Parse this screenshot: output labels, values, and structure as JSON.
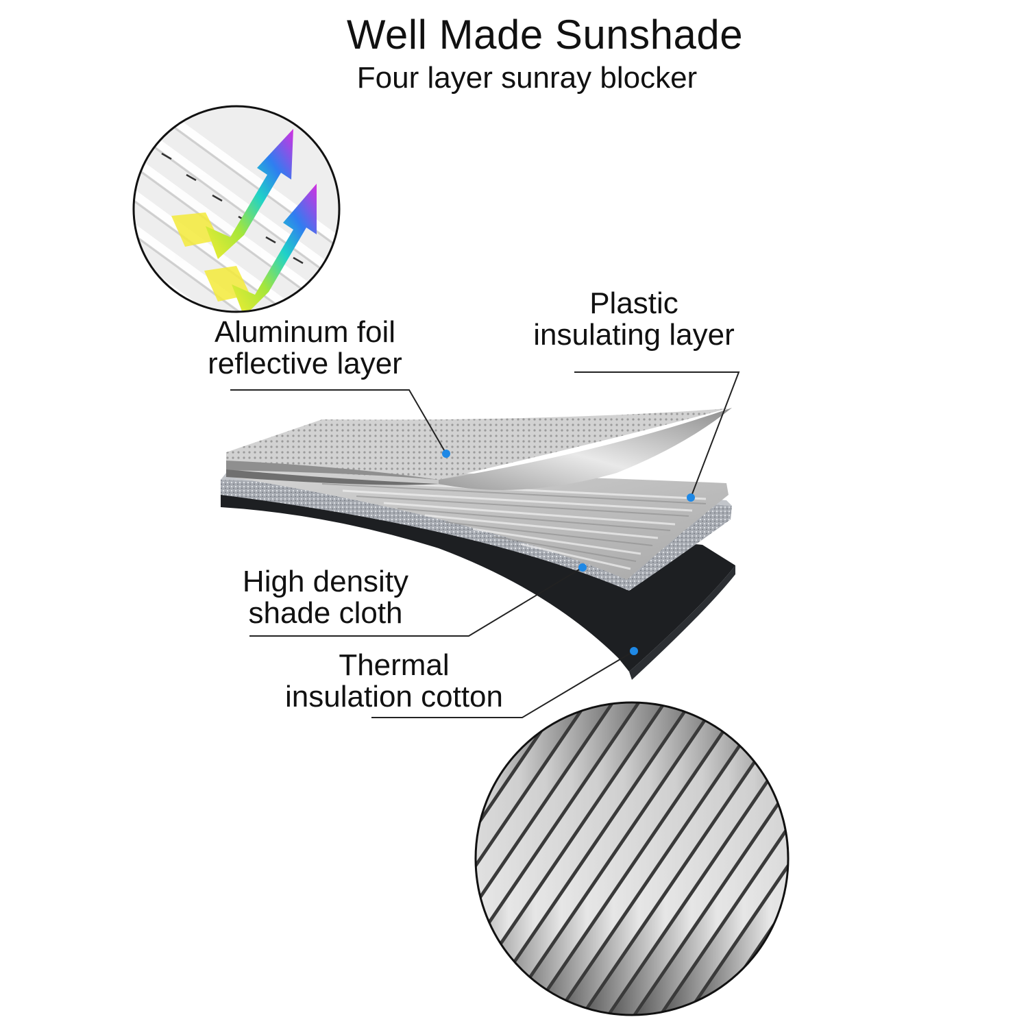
{
  "header": {
    "title": "Well Made Sunshade",
    "subtitle": "Four layer sunray blocker"
  },
  "layers": [
    {
      "id": "aluminum",
      "line1": "Aluminum foil",
      "line2": "reflective layer"
    },
    {
      "id": "plastic",
      "line1": "Plastic",
      "line2": "insulating layer"
    },
    {
      "id": "cloth",
      "line1": "High density",
      "line2": "shade cloth"
    },
    {
      "id": "cotton",
      "line1": "Thermal",
      "line2": "insulation cotton"
    }
  ],
  "icons": {
    "reflection_closeup": "reflection-arrows-icon",
    "ribbed_closeup": "ribbed-texture-icon"
  },
  "colors": {
    "marker_dot": "#1e88e5",
    "leader_line": "#222222",
    "foil": "#c9c9c9",
    "cotton": "#1d1f22"
  }
}
